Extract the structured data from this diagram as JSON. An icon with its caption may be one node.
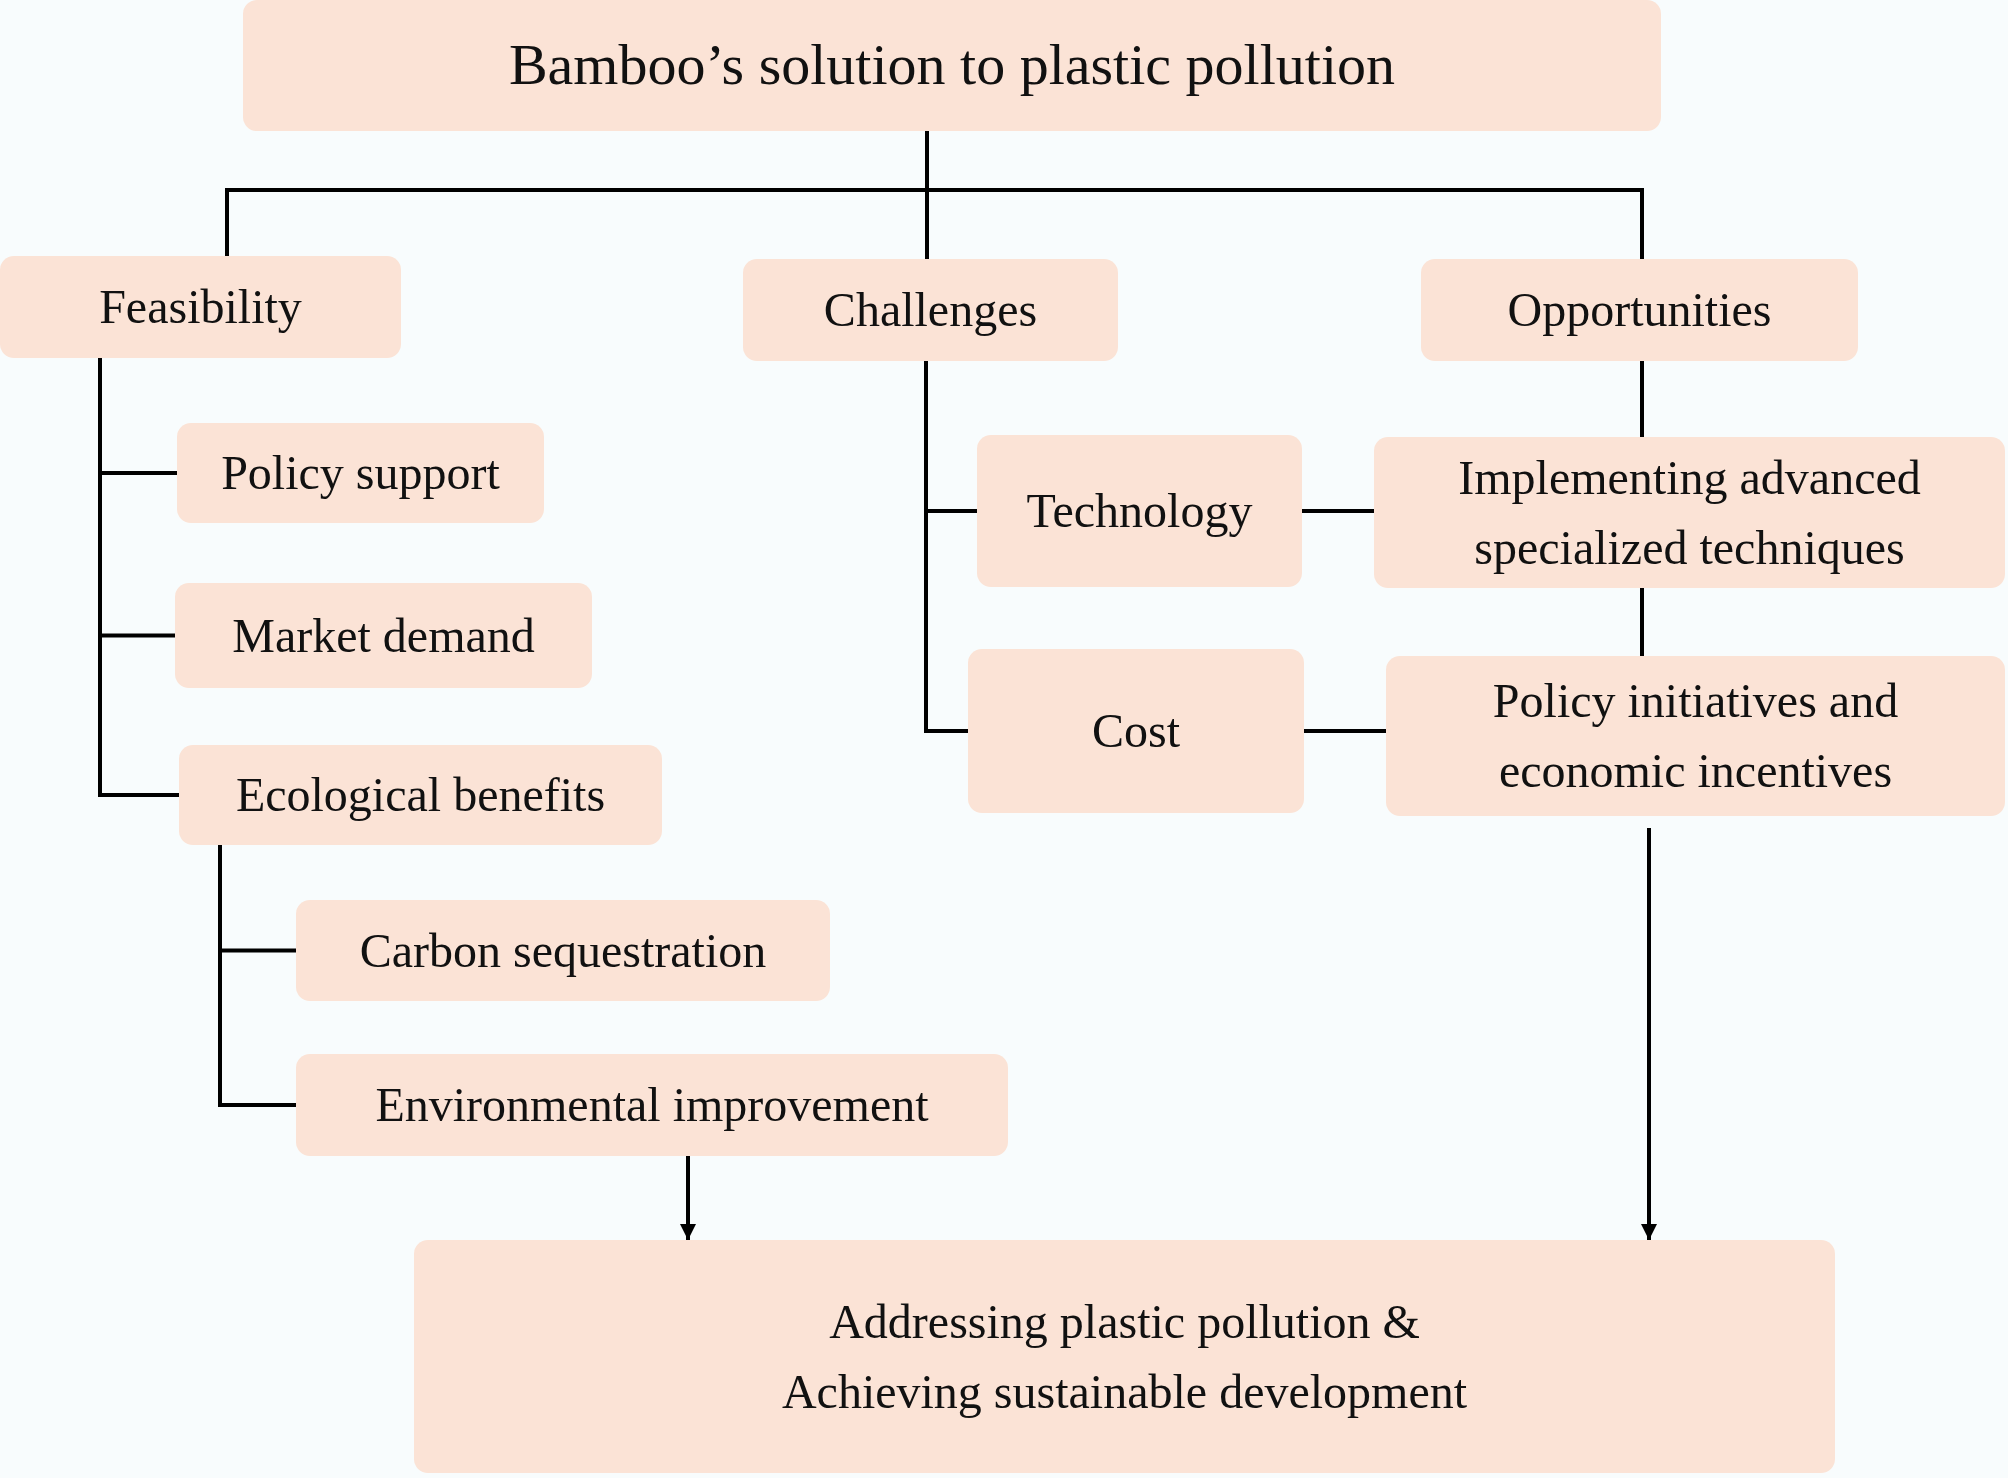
{
  "diagram": {
    "nodes": [
      {
        "text": [
          "Bamboo’s solution to plastic pollution"
        ]
      },
      {
        "text": [
          "Feasibility"
        ]
      },
      {
        "text": [
          "Challenges"
        ]
      },
      {
        "text": [
          "Opportunities"
        ]
      },
      {
        "text": [
          "Policy support"
        ]
      },
      {
        "text": [
          "Market demand"
        ]
      },
      {
        "text": [
          "Ecological benefits"
        ]
      },
      {
        "text": [
          "Carbon sequestration"
        ]
      },
      {
        "text": [
          "Environmental improvement"
        ]
      },
      {
        "text": [
          "Technology"
        ]
      },
      {
        "text": [
          "Cost"
        ]
      },
      {
        "text": [
          "Implementing advanced specialized techniques"
        ]
      },
      {
        "text": [
          "Policy initiatives and economic incentives"
        ]
      },
      {
        "text": [
          "Addressing plastic pollution & Achieving sustainable development"
        ]
      }
    ],
    "edges": [
      {
        "from": 0,
        "to": 1,
        "arrow": "none"
      },
      {
        "from": 0,
        "to": 2,
        "arrow": "none"
      },
      {
        "from": 0,
        "to": 3,
        "arrow": "none"
      },
      {
        "from": 1,
        "to": 4,
        "arrow": "none"
      },
      {
        "from": 1,
        "to": 5,
        "arrow": "none"
      },
      {
        "from": 1,
        "to": 6,
        "arrow": "none"
      },
      {
        "from": 6,
        "to": 7,
        "arrow": "none"
      },
      {
        "from": 6,
        "to": 8,
        "arrow": "none"
      },
      {
        "from": 2,
        "to": 9,
        "arrow": "none"
      },
      {
        "from": 2,
        "to": 10,
        "arrow": "none"
      },
      {
        "from": 9,
        "to": 11,
        "arrow": "none"
      },
      {
        "from": 10,
        "to": 12,
        "arrow": "none"
      },
      {
        "from": 3,
        "to": 11,
        "arrow": "none"
      },
      {
        "from": 11,
        "to": 12,
        "arrow": "none"
      },
      {
        "from": 12,
        "to": 13,
        "arrow": "to"
      },
      {
        "from": 8,
        "to": 13,
        "arrow": "to"
      }
    ]
  }
}
